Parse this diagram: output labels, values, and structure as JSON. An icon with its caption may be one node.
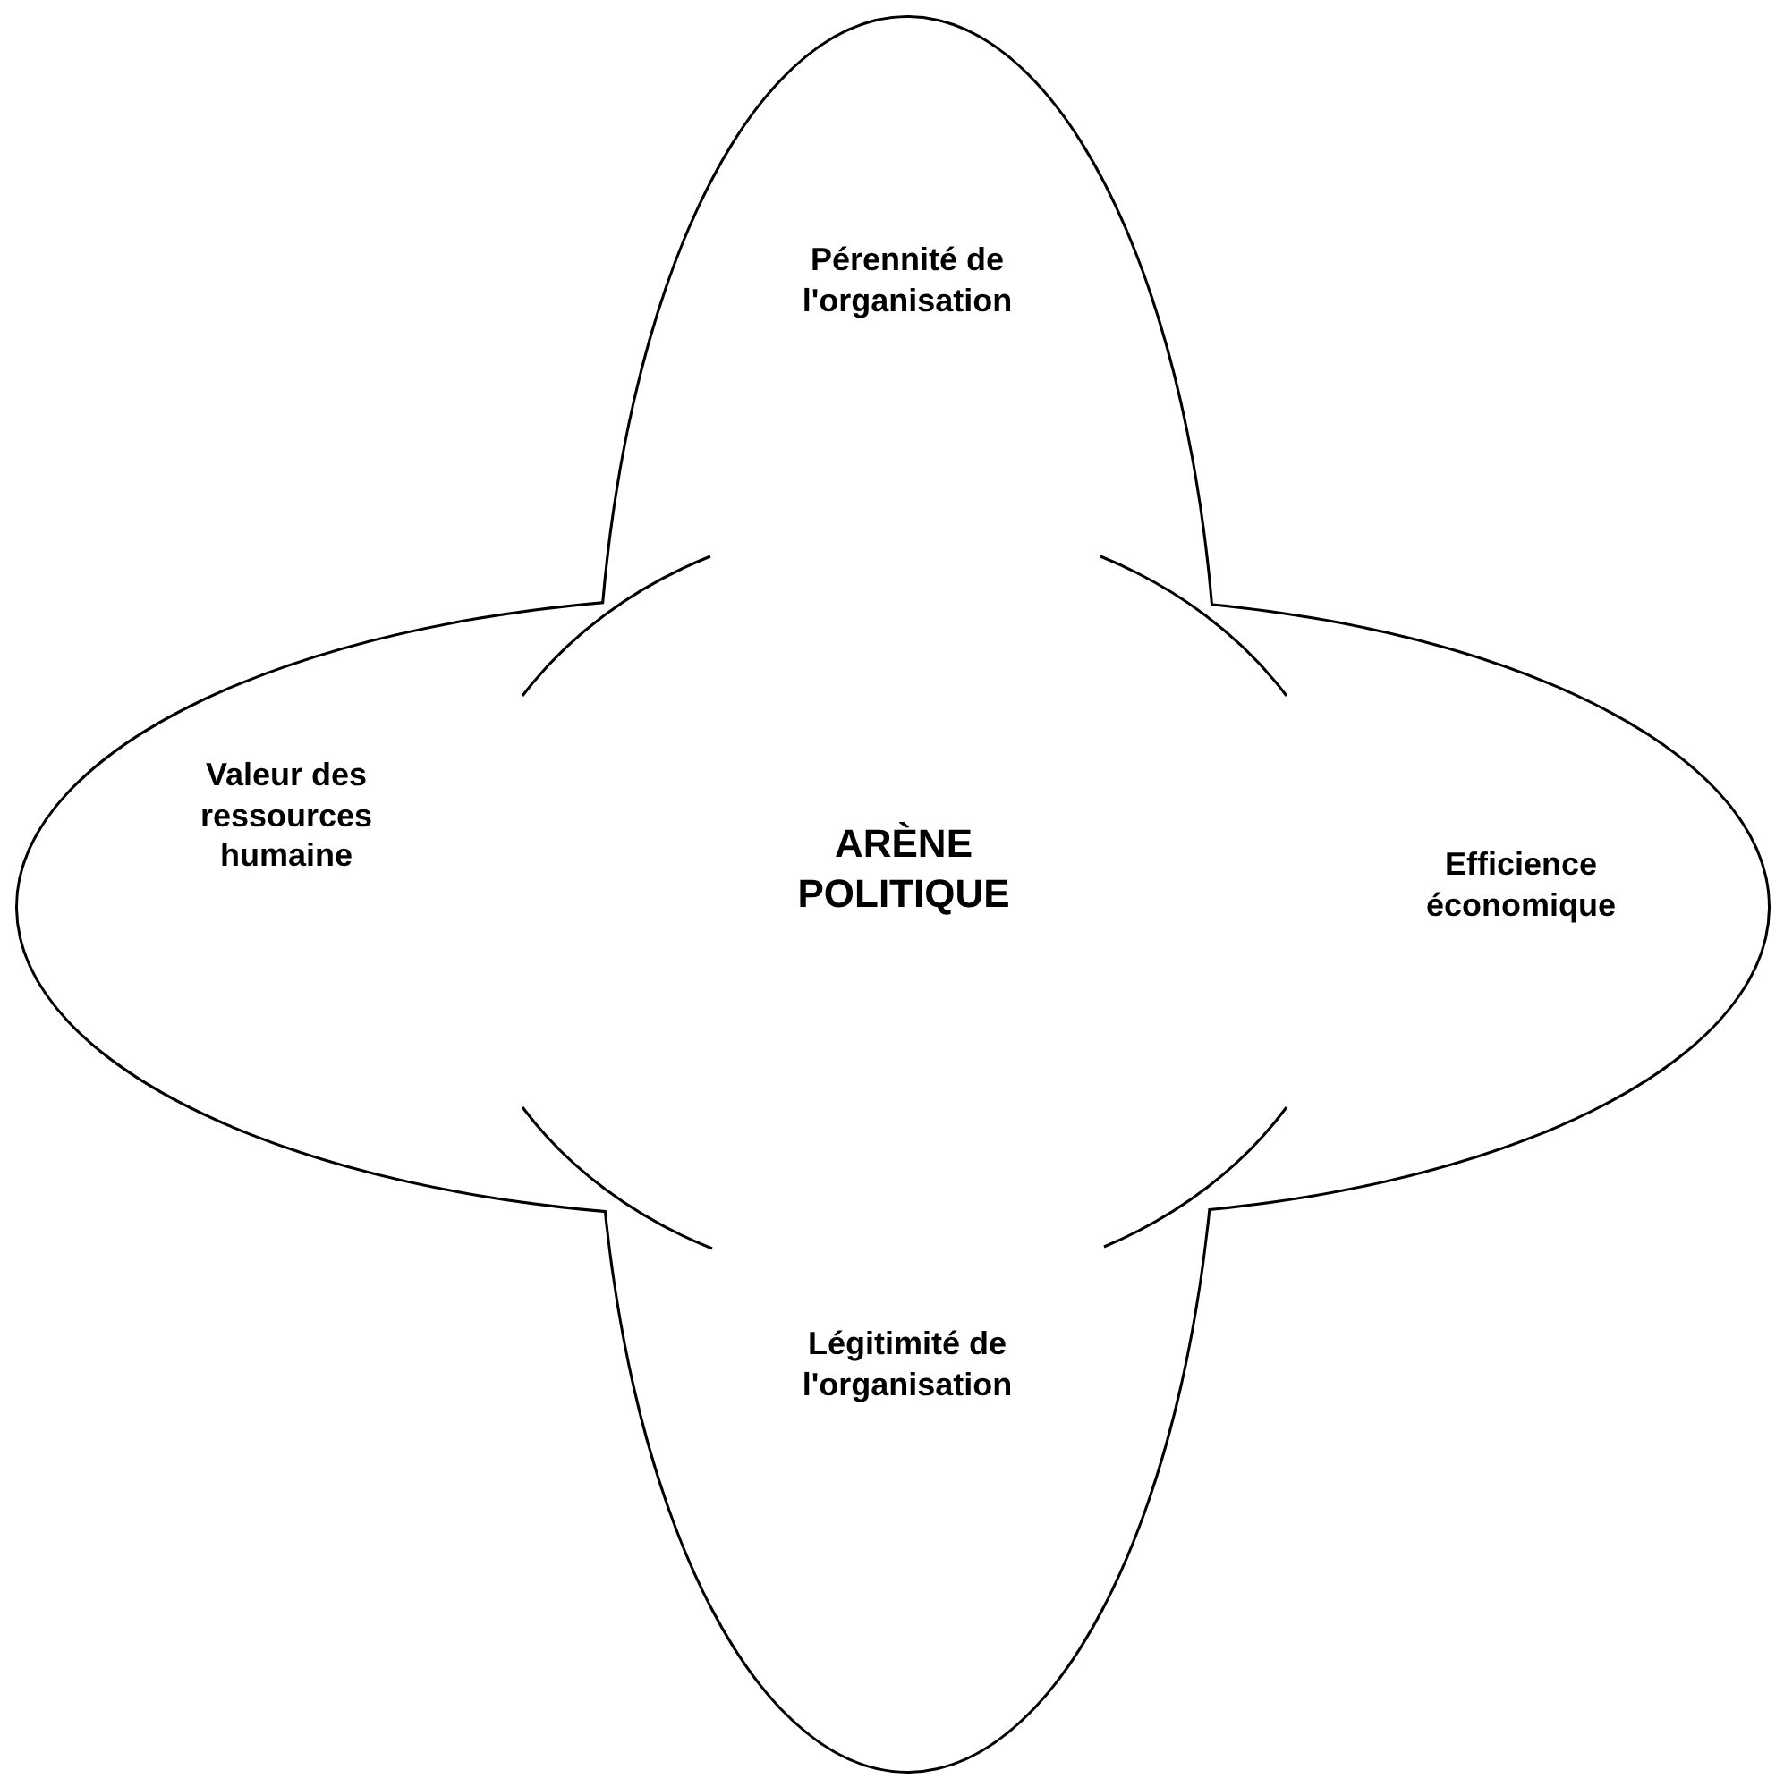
{
  "diagram": {
    "nodes": [
      {
        "text": [
          "Pérennité de l'organisation"
        ]
      },
      {
        "text": [
          "Valeur des ressources humaine"
        ]
      },
      {
        "text": [
          "ARÈNE POLITIQUE"
        ]
      },
      {
        "text": [
          "Efficience économique"
        ]
      },
      {
        "text": [
          "Légitimité de l'organisation"
        ]
      }
    ]
  }
}
